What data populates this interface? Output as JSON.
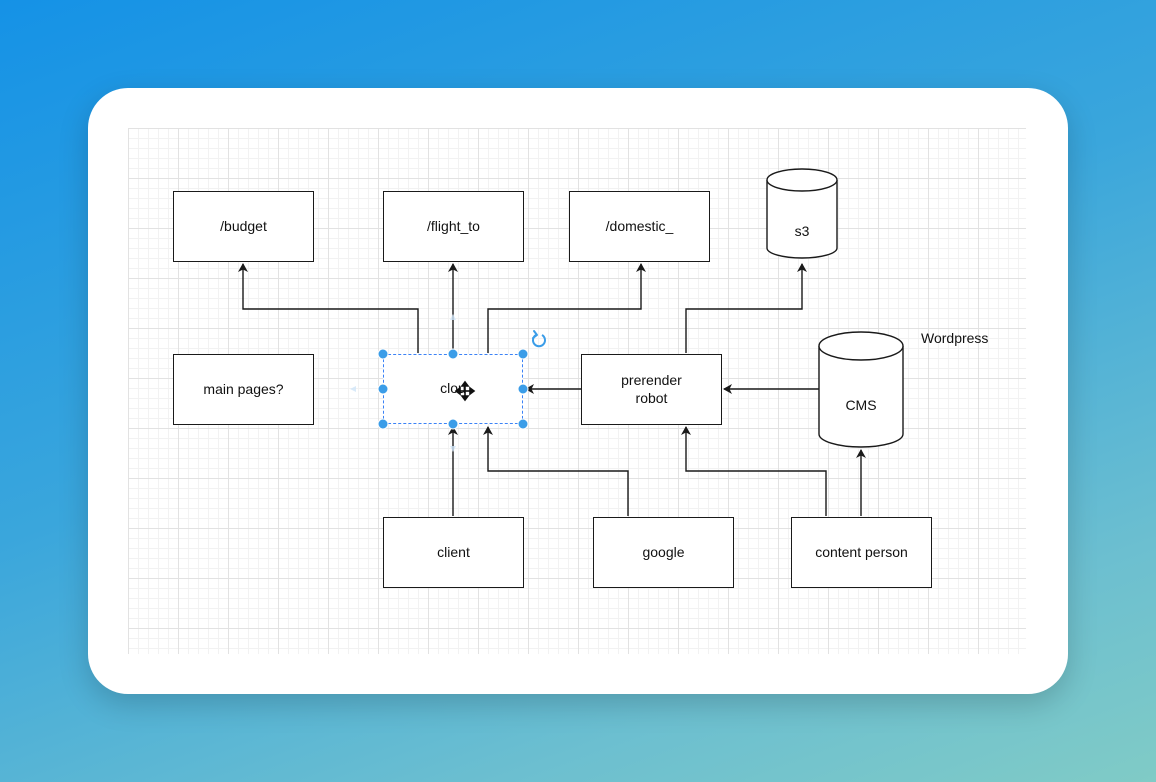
{
  "nodes": {
    "budget": "/budget",
    "flight_to": "/flight_to",
    "domestic": "/domestic_",
    "s3": "s3",
    "main_pages": "main pages?",
    "cloud": "clou",
    "prerender": "prerender\nrobot",
    "cms": "CMS",
    "client": "client",
    "google": "google",
    "content_person": "content person"
  },
  "annotations": {
    "wordpress": "Wordpress"
  },
  "colors": {
    "selection": "#3b9de8",
    "stroke": "#1a1a1a"
  },
  "icons": {
    "rotate": "rotate-icon",
    "move_cursor": "move-cursor-icon"
  }
}
